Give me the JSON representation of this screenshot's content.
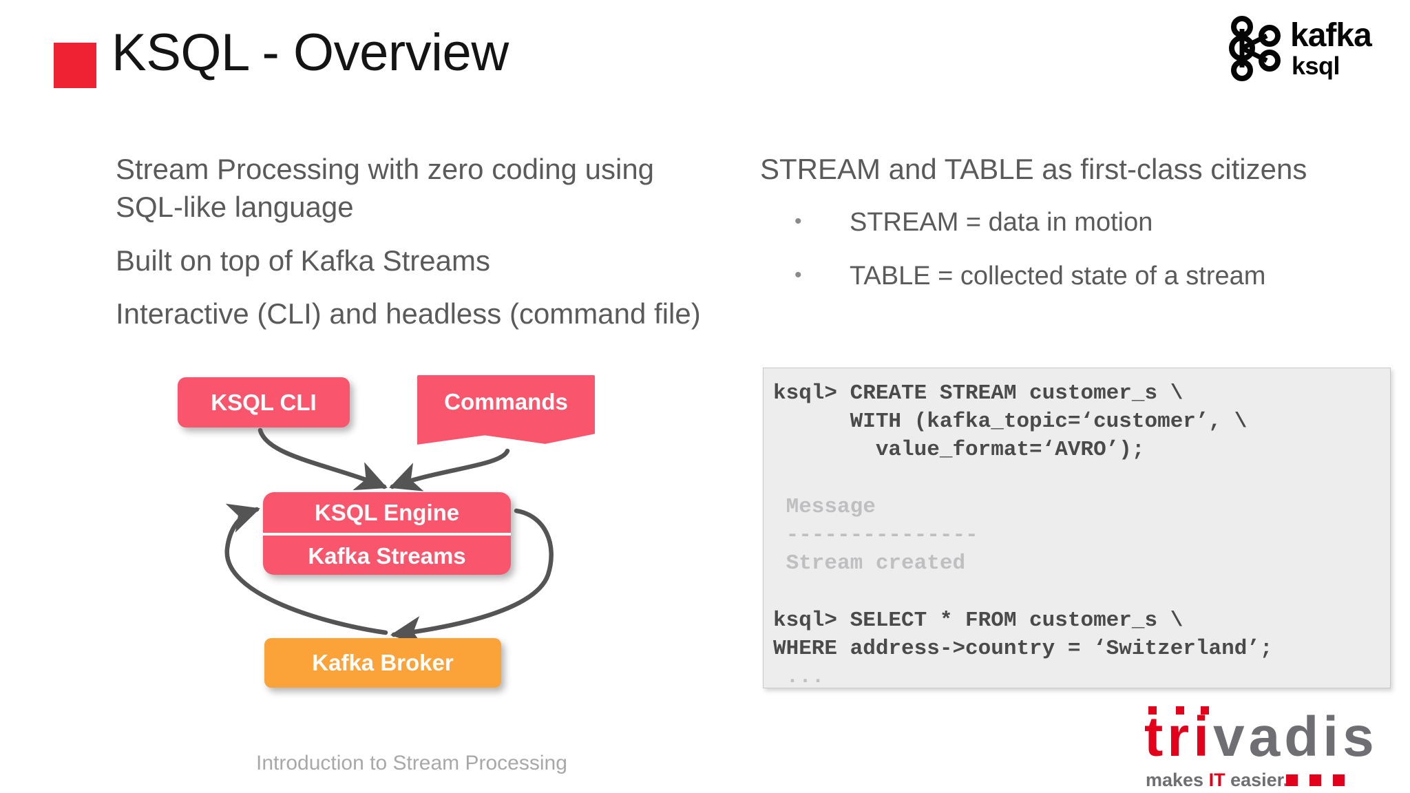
{
  "slide": {
    "title": "KSQL - Overview",
    "accent_color": "#ee2233",
    "footer": "Introduction to Stream Processing"
  },
  "logo": {
    "brand": "kafka",
    "product": "ksql"
  },
  "left_column": {
    "paragraphs": [
      "Stream Processing with zero coding using SQL-like language",
      "Built on top of Kafka Streams",
      "Interactive (CLI) and headless (command file)"
    ]
  },
  "right_column": {
    "paragraphs": [
      "STREAM and TABLE as first-class citizens"
    ],
    "bullets": [
      {
        "marker": "•",
        "text": "STREAM = data in motion"
      },
      {
        "marker": "•",
        "text": "TABLE = collected state of a stream"
      }
    ]
  },
  "diagram": {
    "nodes": {
      "cli": {
        "label": "KSQL CLI",
        "color": "#f9566d"
      },
      "commands": {
        "label": "Commands",
        "color": "#f9566d"
      },
      "engine_top": {
        "label": "KSQL Engine",
        "color": "#f9566d"
      },
      "engine_bottom": {
        "label": "Kafka Streams",
        "color": "#f9566d"
      },
      "broker": {
        "label": "Kafka Broker",
        "color": "#fba238"
      }
    },
    "arrow_color": "#545454"
  },
  "code_block": {
    "background": "#ededee",
    "lines": [
      {
        "text": "ksql> CREATE STREAM customer_s \\",
        "style": "normal"
      },
      {
        "text": "      WITH (kafka_topic=‘customer’, \\",
        "style": "normal"
      },
      {
        "text": "        value_format=‘AVRO’);",
        "style": "normal"
      },
      {
        "text": " ",
        "style": "blank"
      },
      {
        "text": " Message",
        "style": "dim"
      },
      {
        "text": " ---------------",
        "style": "dim"
      },
      {
        "text": " Stream created",
        "style": "dim"
      },
      {
        "text": " ",
        "style": "blank"
      },
      {
        "text": "ksql> SELECT * FROM customer_s \\",
        "style": "normal"
      },
      {
        "text": "WHERE address->country = ‘Switzerland’;",
        "style": "normal"
      },
      {
        "text": " ...",
        "style": "dim"
      }
    ]
  },
  "trivadis": {
    "name_red": "tri",
    "name_gray": "vadis",
    "tagline_before": "makes ",
    "tagline_it": "IT",
    "tagline_after": " easier.",
    "red": "#e2001a",
    "gray": "#6e6e73"
  }
}
